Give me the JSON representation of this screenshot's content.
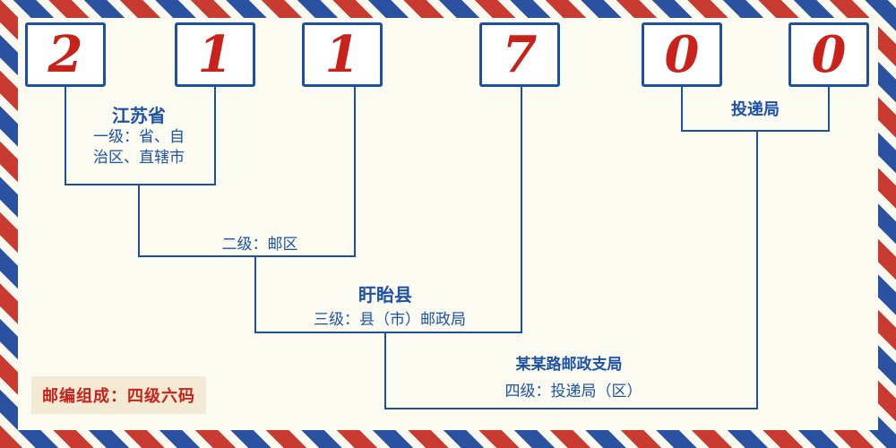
{
  "postal_code": {
    "digits": [
      "2",
      "1",
      "1",
      "7",
      "0",
      "0"
    ]
  },
  "annotations": {
    "level1_place": "江苏省",
    "level1_desc_line1": "一级：省、自",
    "level1_desc_line2": "治区、直辖市",
    "level2_desc": "二级：邮区",
    "level3_place": "盱眙县",
    "level3_desc": "三级：县（市）邮政局",
    "level4_place": "某某路邮政支局",
    "level4_desc": "四级：投递局（区）",
    "delivery_bureau": "投递局",
    "footer_note": "邮编组成：四级六码"
  },
  "colors": {
    "digit_red": "#c8221a",
    "line_blue": "#1c4fa6",
    "text_blue": "#1d52aa",
    "note_red": "#c8221a",
    "note_background": "#f2ead4",
    "envelope_background": "#fbfbf1",
    "stripe_red": "#c93a30",
    "stripe_blue": "#2a52a0"
  }
}
